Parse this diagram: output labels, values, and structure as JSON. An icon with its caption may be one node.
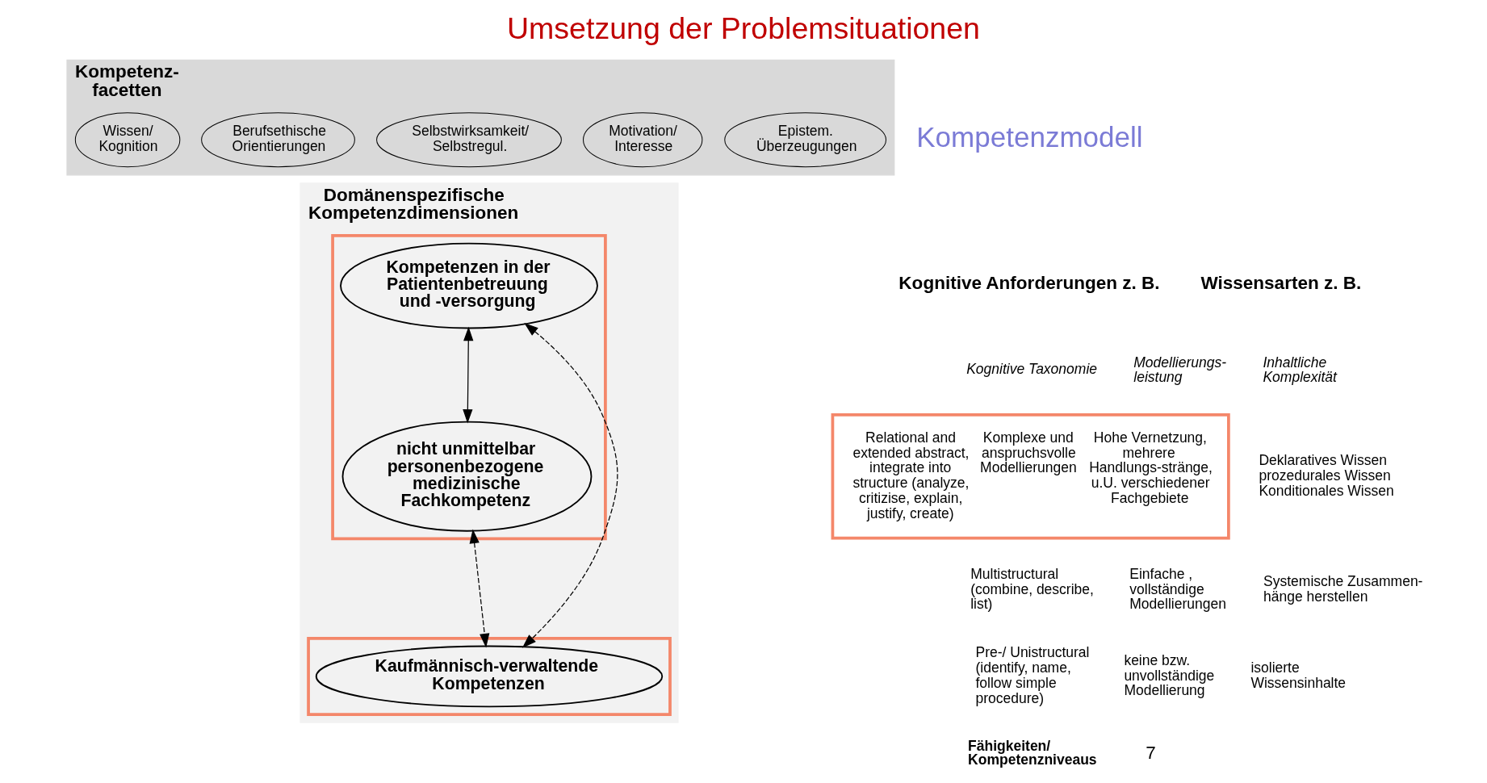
{
  "diagram": {
    "title": "Umsetzung der Problemsituationen",
    "nodes": [
      {
        "text": [
          "Kompetenz- facetten"
        ]
      },
      {
        "text": [
          "Epistem. Überzeugungen"
        ],
        "in": 0
      },
      {
        "text": [
          "Motivation/ Interesse"
        ],
        "in": 0
      },
      {
        "text": [
          "Selbstwirksamkeit/ Selbstregul."
        ],
        "in": 0
      },
      {
        "text": [
          "Berufsethische Orientierungen"
        ],
        "in": 0
      },
      {
        "text": [
          "Wissen/ Kognition"
        ],
        "in": 0
      },
      {
        "text": [
          "Domänenspezifische Kompetenzdimensionen"
        ]
      },
      {
        "text": [],
        "shape": "box",
        "in": 6
      },
      {
        "text": [
          "Kompetenzen in der Patientenbetreuung und -versorgung"
        ],
        "in": 7
      },
      {
        "text": [
          "nicht unmittelbar personenbezogene medizinische Fachkompetenz"
        ],
        "in": 7
      },
      {
        "text": [],
        "shape": "box",
        "in": 6
      },
      {
        "text": [
          "Kaufmännisch-verwaltende Kompetenzen"
        ],
        "in": 10
      },
      {
        "text": [
          "Relational and extended abstract, integrate into structure (analyze, critizise, explain, justify, create)",
          "Komplexe und anspruchsvolle Modellierungen",
          "Hohe Vernetzung, mehrere Handlungs-stränge, u.U. verschiedener Fachgebiete"
        ]
      }
    ],
    "edges": [
      {
        "from": 8,
        "to": 9,
        "arrow": "both"
      },
      {
        "from": 8,
        "to": 11,
        "arrow": "both",
        "style": "dashed"
      },
      {
        "from": 9,
        "to": 11,
        "arrow": "both",
        "style": "dashed"
      }
    ],
    "labels": [
      "Kompetenzmodell",
      "Kognitive Anforderungen z. B.",
      "Wissensarten z. B.",
      "Kognitive Taxonomie",
      "Modellierungs- leistung",
      "Inhaltliche Komplexität",
      "Deklaratives Wissen prozedurales Wissen Konditionales Wissen",
      "Multistructural (combine, describe, list)",
      "Einfache , vollständige Modellierungen",
      "Systemische Zusammen- hänge herstellen",
      "Pre-/ Unistructural (identify, name, follow simple procedure)",
      "keine bzw. unvollständige Modellierung",
      "isolierte Wissensinhalte",
      "Fähigkeiten/ Kompetenzniveaus",
      "7"
    ]
  }
}
